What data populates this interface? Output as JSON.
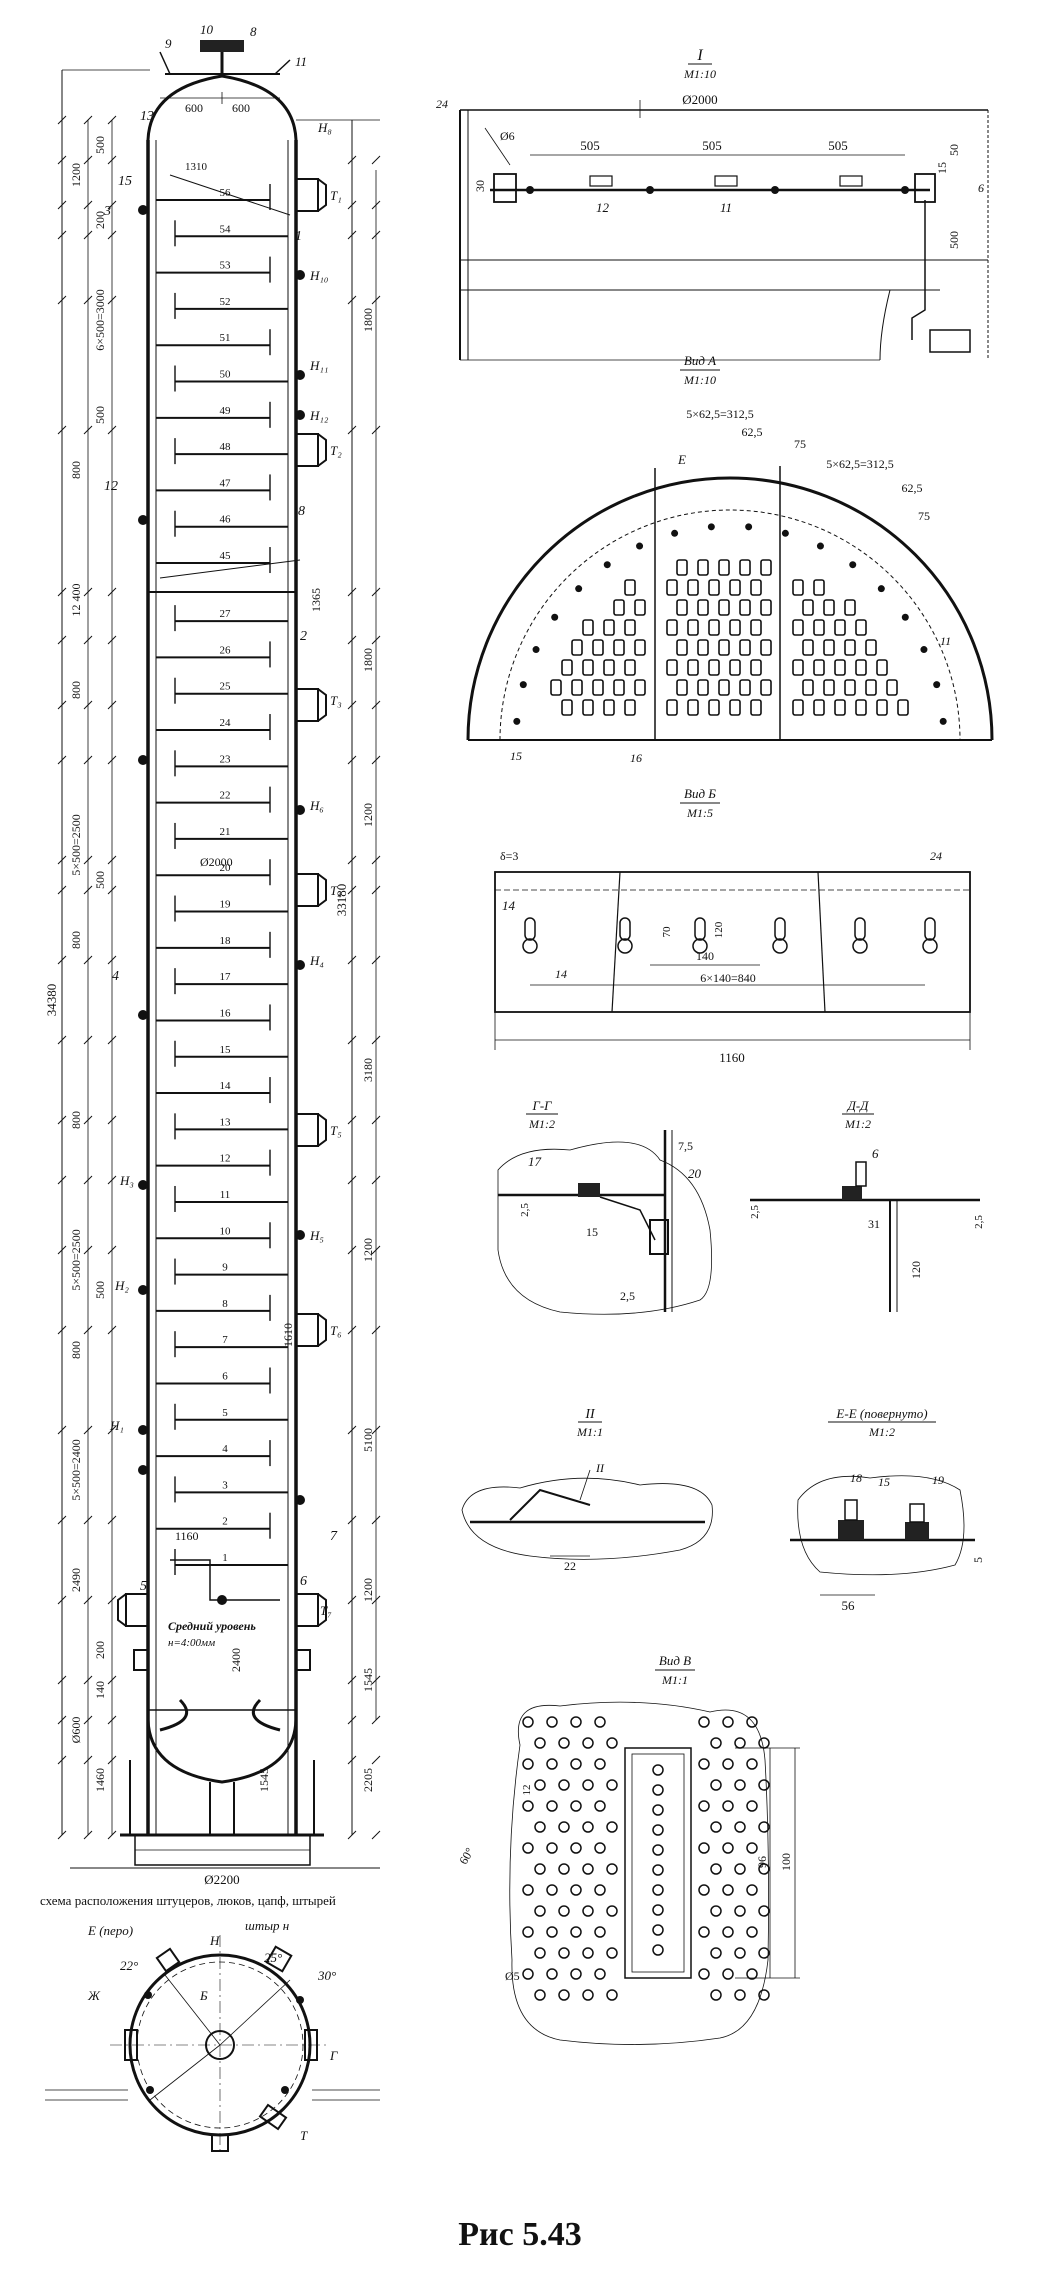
{
  "figure": {
    "caption": "Рис 5.43"
  },
  "column": {
    "top_callouts": [
      "9",
      "10",
      "8",
      "11"
    ],
    "top_dims": [
      "600",
      "600"
    ],
    "left_dims": [
      "1200",
      "500",
      "200",
      "6×500=3000",
      "500",
      "800",
      "12 400",
      "800",
      "5×500=2500",
      "500",
      "800",
      "800",
      "5×500=2500",
      "500",
      "800",
      "5×500=2400",
      "2490",
      "200",
      "140",
      "Ø600",
      "1460"
    ],
    "overall_dims": [
      "34380",
      "33180"
    ],
    "right_dims": [
      "1800",
      "1365",
      "1800",
      "1200",
      "3180",
      "1200",
      "5100",
      "1200",
      "1545",
      "1545",
      "2400",
      "2205"
    ],
    "trays": [
      "56",
      "54",
      "53",
      "52",
      "51",
      "50",
      "49",
      "48",
      "47",
      "46",
      "45",
      "27",
      "26",
      "25",
      "24",
      "23",
      "22",
      "21",
      "20",
      "19",
      "18",
      "17",
      "16",
      "15",
      "14",
      "13",
      "12",
      "11",
      "10",
      "9",
      "8",
      "7",
      "6",
      "5",
      "4",
      "3",
      "2",
      "1"
    ],
    "nozzles": [
      "Н₈",
      "Т₁",
      "Н₁₀",
      "Н₁₁",
      "Н₁₂",
      "Т₂",
      "Т₃",
      "Н₆",
      "Т₄",
      "Н₄",
      "Т₅",
      "Н₅",
      "Н₃",
      "Т₆",
      "Н₂",
      "Н₁",
      "Т₇"
    ],
    "callouts": [
      "13",
      "15",
      "3",
      "12",
      "1",
      "2",
      "4",
      "5",
      "6",
      "7",
      "8"
    ],
    "mid_labels": [
      "1310",
      "Ø2000",
      "1160",
      "1610"
    ],
    "bottom_note": "Средний уровень\nн=4:00мм",
    "base_dim": "Ø2200"
  },
  "plan": {
    "title": "схема расположения штуцеров, люков, цапф, штырей",
    "labels": [
      "Е (перо)",
      "штыр н",
      "25°",
      "30°",
      "22°",
      "Н",
      "Т",
      "Ж",
      "Б",
      "Г"
    ]
  },
  "view_I": {
    "title": "I",
    "scale": "М1:10",
    "dims": [
      "Ø2000",
      "505",
      "505",
      "505",
      "30",
      "50",
      "500",
      "15",
      "Ø6"
    ],
    "labels": [
      "24",
      "6",
      "12",
      "11"
    ]
  },
  "view_A": {
    "title": "Вид А",
    "scale": "М1:10",
    "dims": [
      "5×62,5=312,5",
      "62,5",
      "75",
      "5×62,5=312,5",
      "62,5",
      "75"
    ],
    "labels": [
      "Е",
      "15",
      "16",
      "11"
    ]
  },
  "view_B": {
    "title": "Вид Б",
    "scale": "М1:5",
    "dims": [
      "δ=3",
      "70",
      "120",
      "140",
      "6×140=840",
      "1160"
    ],
    "labels": [
      "14",
      "14",
      "24"
    ]
  },
  "section_GG": {
    "title": "Г-Г",
    "scale": "М1:2",
    "dims": [
      "7,5",
      "2,5",
      "15",
      "2,5"
    ],
    "labels": [
      "17",
      "20"
    ]
  },
  "section_DD": {
    "title": "Д-Д",
    "scale": "М1:2",
    "dims": [
      "2,5",
      "31",
      "2,5",
      "120"
    ],
    "labels": [
      "6"
    ]
  },
  "detail_II": {
    "title": "II",
    "scale": "М1:1",
    "dims": [
      "22"
    ],
    "labels": [
      "II"
    ]
  },
  "section_EE": {
    "title": "Е-Е (повернуто)",
    "scale": "М1:2",
    "dims": [
      "56",
      "5"
    ],
    "labels": [
      "18",
      "15",
      "19"
    ]
  },
  "view_V": {
    "title": "Вид В",
    "scale": "М1:1",
    "dims": [
      "60°",
      "Ø5",
      "12",
      "96",
      "100"
    ]
  }
}
